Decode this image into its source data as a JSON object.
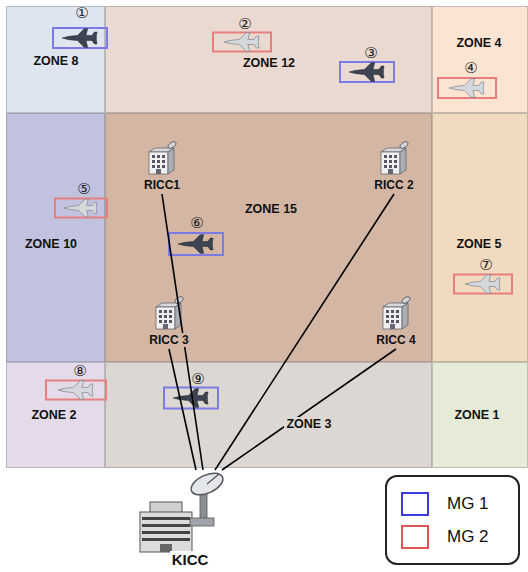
{
  "diagram": {
    "nodes": [
      {
        "text": [
          "ZONE 8"
        ]
      },
      {
        "text": [
          "ZONE 12"
        ]
      },
      {
        "text": [
          "ZONE 4"
        ]
      },
      {
        "text": [
          "ZONE 10"
        ]
      },
      {
        "text": [
          "ZONE 15"
        ]
      },
      {
        "text": [
          "RICC1"
        ],
        "in": 4
      },
      {
        "text": [
          "RICC 2"
        ],
        "in": 4
      },
      {
        "text": [
          "RICC 3"
        ],
        "in": 4
      },
      {
        "text": [
          "RICC 4"
        ],
        "in": 4
      },
      {
        "text": [
          "ZONE 5"
        ]
      },
      {
        "text": [
          "ZONE 2"
        ]
      },
      {
        "text": [
          "ZONE 3"
        ]
      },
      {
        "text": [
          "ZONE 1"
        ]
      },
      {
        "text": [
          "KICC"
        ]
      }
    ],
    "edges": [
      {
        "from": 13,
        "to": 5,
        "arrow": "none"
      },
      {
        "from": 13,
        "to": 6,
        "arrow": "none"
      },
      {
        "from": 13,
        "to": 7,
        "arrow": "none"
      },
      {
        "from": 13,
        "to": 8,
        "arrow": "none"
      }
    ],
    "labels": [
      "①",
      "②",
      "③",
      "④",
      "⑤",
      "⑥",
      "⑦",
      "⑧",
      "⑨"
    ],
    "legend": [
      {
        "text": "MG 1",
        "color": "#3b3bd6"
      },
      {
        "text": "MG 2",
        "color": "#e05555"
      }
    ]
  }
}
